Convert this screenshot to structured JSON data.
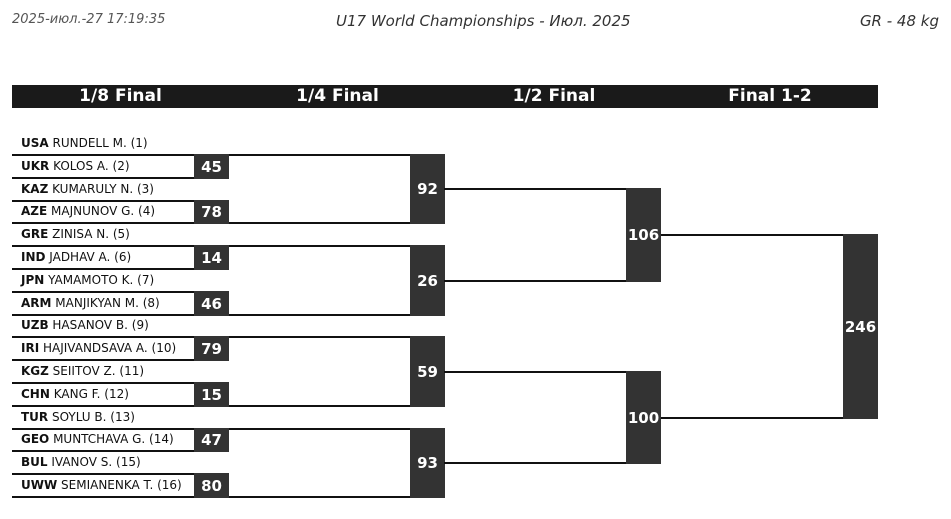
{
  "header": {
    "datetime": "2025-июл.-27 17:19:35",
    "event": "U17 World Championships - Июл. 2025",
    "category": "GR - 48 kg"
  },
  "rounds": [
    "1/8 Final",
    "1/4 Final",
    "1/2 Final",
    "Final 1-2"
  ],
  "athletes": [
    {
      "country": "USA",
      "name": "RUNDELL M. (1)"
    },
    {
      "country": "UKR",
      "name": "KOLOS A. (2)"
    },
    {
      "country": "KAZ",
      "name": "KUMARULY N. (3)"
    },
    {
      "country": "AZE",
      "name": "MAJNUNOV G. (4)"
    },
    {
      "country": "GRE",
      "name": "ZINISA N. (5)"
    },
    {
      "country": "IND",
      "name": "JADHAV A. (6)"
    },
    {
      "country": "JPN",
      "name": "YAMAMOTO K. (7)"
    },
    {
      "country": "ARM",
      "name": "MANJIKYAN M. (8)"
    },
    {
      "country": "UZB",
      "name": "HASANOV B. (9)"
    },
    {
      "country": "IRI",
      "name": "HAJIVANDSAVA A. (10)"
    },
    {
      "country": "KGZ",
      "name": "SEIITOV Z. (11)"
    },
    {
      "country": "CHN",
      "name": "KANG F. (12)"
    },
    {
      "country": "TUR",
      "name": "SOYLU B. (13)"
    },
    {
      "country": "GEO",
      "name": "MUNTCHAVA G. (14)"
    },
    {
      "country": "BUL",
      "name": "IVANOV S. (15)"
    },
    {
      "country": "UWW",
      "name": "SEMIANENKA T. (16)"
    }
  ],
  "bouts": {
    "round_of_16": [
      "45",
      "78",
      "14",
      "46",
      "79",
      "15",
      "47",
      "80"
    ],
    "quarterfinal": [
      "92",
      "26",
      "59",
      "93"
    ],
    "semifinal": [
      "106",
      "100"
    ],
    "final": [
      "246"
    ]
  }
}
